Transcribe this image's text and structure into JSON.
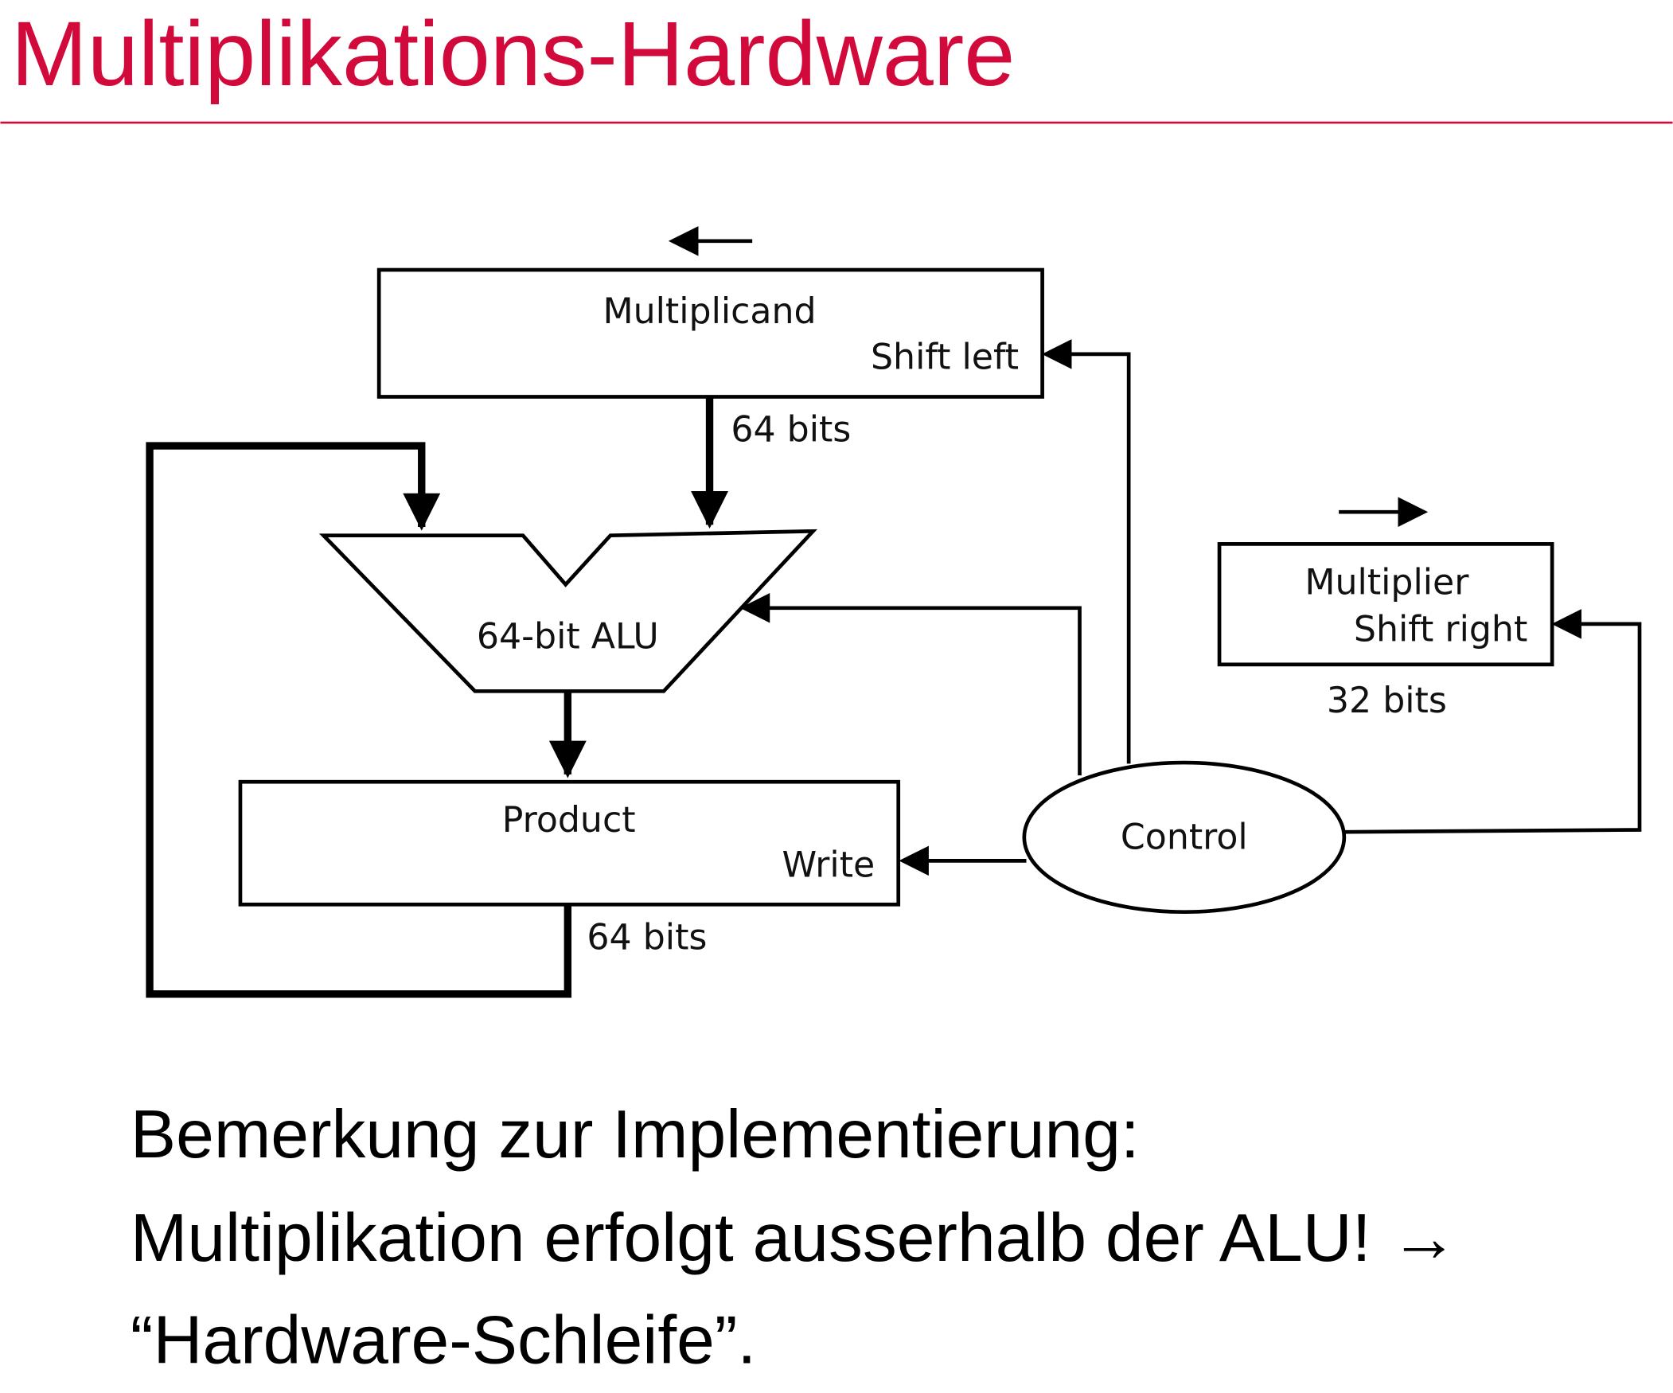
{
  "slide": {
    "title": "Multiplikations-Hardware",
    "accent_color": "#d20a3c"
  },
  "diagram": {
    "multiplicand": {
      "name": "Multiplicand",
      "op": "Shift left"
    },
    "multiplicand_width": "64 bits",
    "alu": {
      "name": "64-bit ALU"
    },
    "product": {
      "name": "Product",
      "op": "Write"
    },
    "product_width": "64 bits",
    "multiplier": {
      "name": "Multiplier",
      "op": "Shift right"
    },
    "multiplier_width": "32 bits",
    "control": {
      "name": "Control"
    }
  },
  "remark": {
    "line1": "Bemerkung zur Implementierung:",
    "line2": "Multiplikation erfolgt ausserhalb der ALU! →",
    "line3": "“Hardware-Schleife”."
  }
}
